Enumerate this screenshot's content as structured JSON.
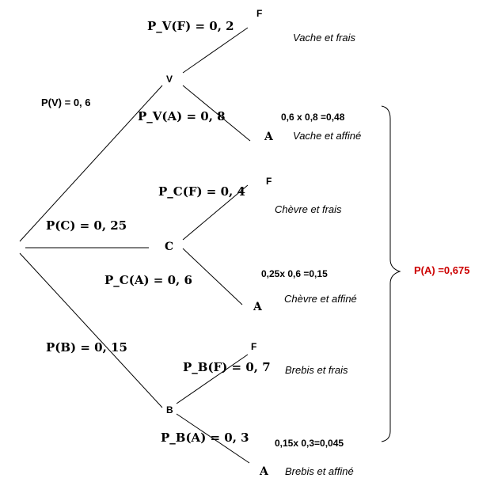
{
  "level1": {
    "v": {
      "prob": "P(V) = 0, 6",
      "node": "V"
    },
    "c": {
      "prob": "P(C) = 0, 25",
      "node": "C"
    },
    "b": {
      "prob": "P(B) = 0, 15",
      "node": "B"
    }
  },
  "level2": {
    "vf": {
      "prob": "P_V(F) = 0, 2",
      "node": "F",
      "desc": "Vache et frais"
    },
    "va": {
      "prob": "P_V(A) = 0, 8",
      "node": "A",
      "desc": "Vache et affiné",
      "calc": "0,6 x 0,8 =0,48"
    },
    "cf": {
      "prob": "P_C(F) = 0, 4",
      "node": "F",
      "desc": "Chèvre et frais"
    },
    "ca": {
      "prob": "P_C(A) = 0, 6",
      "node": "A",
      "desc": "Chèvre et affiné",
      "calc": "0,25x 0,6 =0,15"
    },
    "bf": {
      "prob": "P_B(F) = 0, 7",
      "node": "F",
      "desc": "Brebis et frais"
    },
    "ba": {
      "prob": "P_B(A) = 0, 3",
      "node": "A",
      "desc": "Brebis et affiné",
      "calc": "0,15x 0,3=0,045"
    }
  },
  "total": {
    "text": "P(A) =0,675",
    "color": "#cc0000"
  }
}
